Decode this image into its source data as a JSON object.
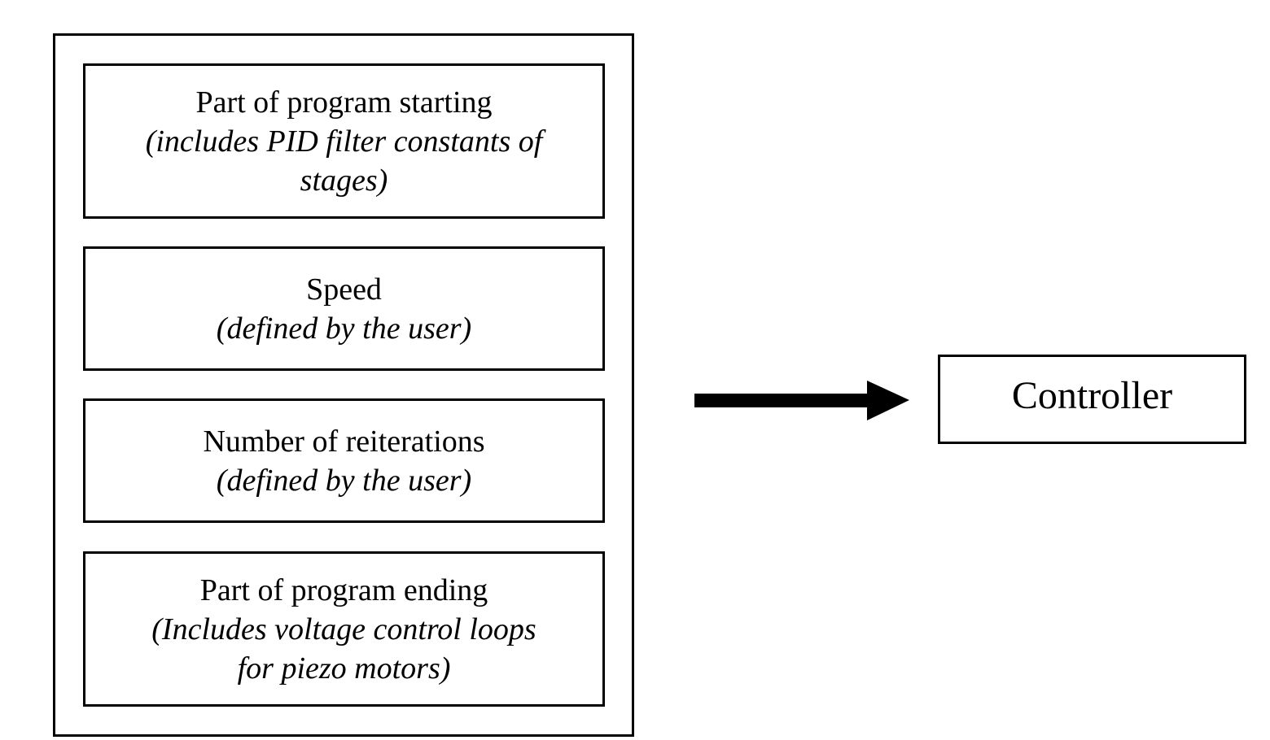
{
  "blocks": [
    {
      "title": "Part of program starting",
      "note_lines": [
        "(includes PID filter constants of",
        "stages)"
      ]
    },
    {
      "title": "Speed",
      "note_lines": [
        "(defined by the user)"
      ]
    },
    {
      "title": "Number of reiterations",
      "note_lines": [
        "(defined by the user)"
      ]
    },
    {
      "title": "Part of program ending",
      "note_lines": [
        "(Includes voltage control loops",
        "for piezo motors)"
      ]
    }
  ],
  "controller": {
    "label": "Controller"
  },
  "colors": {
    "stroke": "#000000",
    "background": "#ffffff"
  },
  "icons": {
    "arrow": "right-arrow-icon"
  }
}
